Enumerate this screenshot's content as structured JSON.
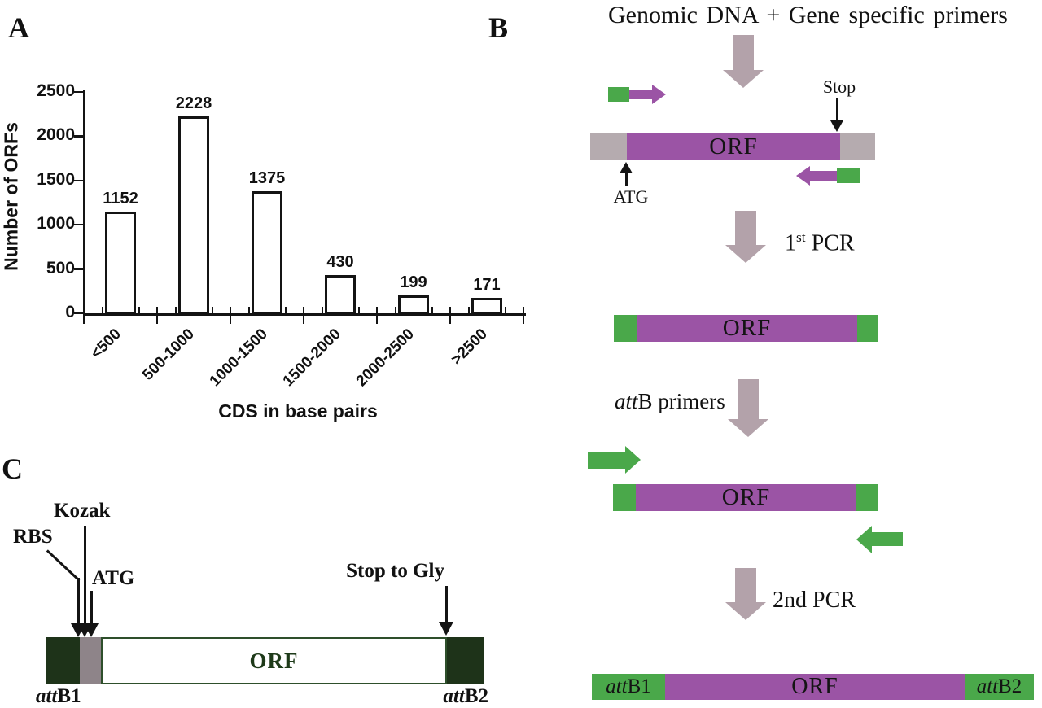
{
  "colors": {
    "purple": "#9b54a5",
    "green": "#4aa84a",
    "mauve_arrow": "#b3a2aa",
    "gray_segment": "#b5abaf",
    "dark_green_box": "#1e3319",
    "gray_box": "#8e8489",
    "dark_green_text": "#1e3a19",
    "white_box_border": "#2e4f2b",
    "ink": "#141414"
  },
  "chart_data": {
    "type": "bar",
    "title": "",
    "categories": [
      "<500",
      "500-1000",
      "1000-1500",
      "1500-2000",
      "2000-2500",
      ">2500"
    ],
    "values": [
      1152,
      2228,
      1375,
      430,
      199,
      171
    ],
    "xlabel": "CDS in base pairs",
    "ylabel": "Number of ORFs",
    "ylim": [
      0,
      2500
    ],
    "yticks": [
      0,
      500,
      1000,
      1500,
      2000,
      2500
    ],
    "grid": false,
    "bar_fill": "#ffffff",
    "bar_border": "#141414",
    "value_labels_shown": true
  },
  "panels": {
    "a": {
      "label": "A"
    },
    "b": {
      "label": "B",
      "title": "Genomic DNA + Gene specific primers",
      "stop": "Stop",
      "atg": "ATG",
      "orf": "ORF",
      "first_pcr": {
        "num": "1",
        "sup": "st",
        "rest": " PCR"
      },
      "attb_primers": {
        "italic": "att",
        "rest": "B primers"
      },
      "second_pcr": "2nd PCR",
      "attb1": {
        "italic": "att",
        "rest": "B1"
      },
      "attb2": {
        "italic": "att",
        "rest": "B2"
      }
    },
    "c": {
      "label": "C",
      "kozak": "Kozak",
      "rbs": "RBS",
      "atg": "ATG",
      "stop_to_gly": "Stop to Gly",
      "orf": "ORF",
      "attb1": {
        "italic": "att",
        "rest": "B1"
      },
      "attb2": {
        "italic": "att",
        "rest": "B2"
      }
    }
  }
}
